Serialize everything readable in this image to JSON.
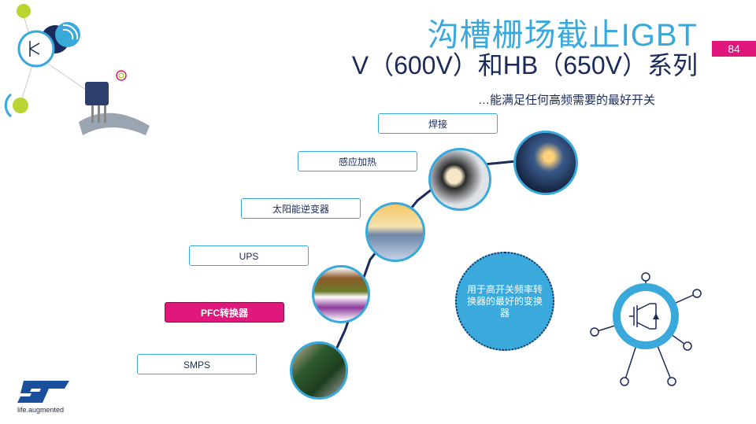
{
  "slide": {
    "title_line1": "沟槽栅场截止IGBT",
    "title_line2": "V（600V）和HB（650V）系列",
    "page_number": "84",
    "subtitle": "…能满足任何高频需要的最好开关"
  },
  "applications": [
    {
      "label": "焊接"
    },
    {
      "label": "感应加热"
    },
    {
      "label": "太阳能逆变器"
    },
    {
      "label": "UPS"
    },
    {
      "label": "PFC转换器"
    },
    {
      "label": "SMPS"
    }
  ],
  "highlight": {
    "text": "用于高开关频率转换器的最好的变换器"
  },
  "logo": {
    "tagline": "life.augmented"
  },
  "colors": {
    "accent_blue": "#39a9dc",
    "accent_pink": "#e0187c",
    "navy": "#1a2a5a"
  }
}
